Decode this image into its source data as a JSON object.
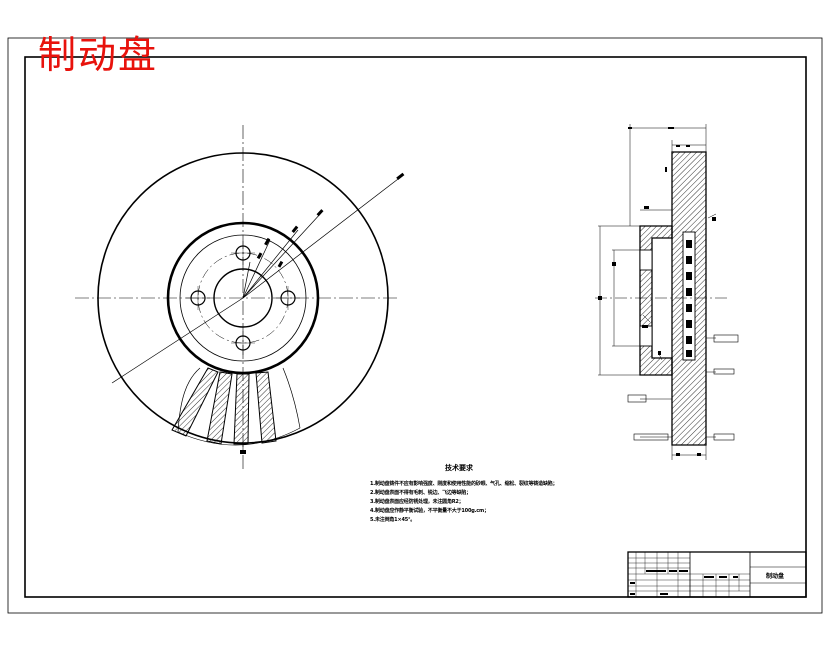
{
  "stamp": {
    "title": "制动盘"
  },
  "notes": {
    "title": "技术要求",
    "items": [
      "1.制动盘铸件不应有影响强度、刚度和使用性能的砂眼、气孔、缩松、裂纹等铸造缺陷；",
      "2.制动盘表面不得有毛刺、锐边、飞边等缺陷；",
      "3.制动盘表面应经防锈处理，未注圆角R2；",
      "4.制动盘应作静平衡试验，不平衡量不大于100g.cm；",
      "5.未注倒角1×45°。"
    ]
  },
  "title_block": {
    "part_name": "制动盘"
  },
  "colors": {
    "stamp": "#e8120c",
    "line": "#000000",
    "hatch": "#000000"
  }
}
